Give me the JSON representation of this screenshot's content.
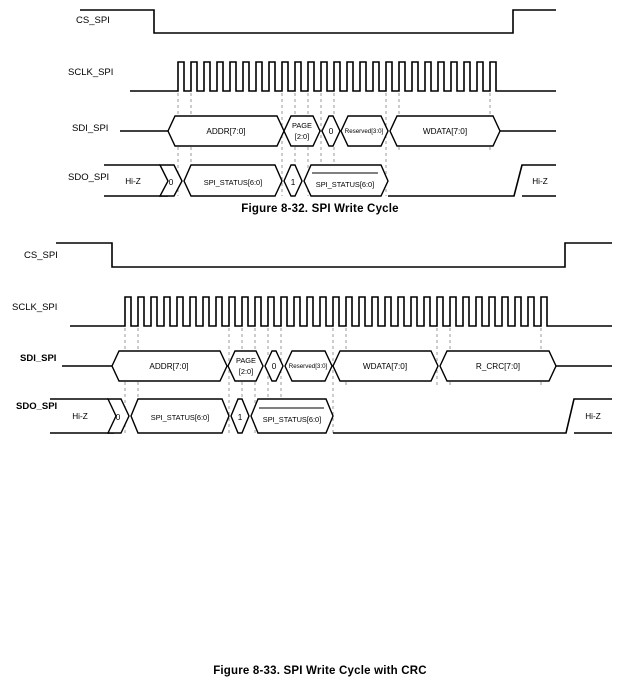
{
  "document": {
    "type": "datasheet-timing-diagrams",
    "figure_count": 2
  },
  "figures": [
    {
      "id": "fig-8-32",
      "caption": "Figure 8-32. SPI Write Cycle",
      "signals": [
        {
          "name": "CS_SPI",
          "type": "level",
          "bold": false,
          "description": "chip select, active low"
        },
        {
          "name": "SCLK_SPI",
          "type": "clock",
          "bold": false,
          "pulses": 24,
          "description": "serial clock"
        },
        {
          "name": "SDI_SPI",
          "type": "bus",
          "bold": false,
          "description": "serial data in"
        },
        {
          "name": "SDO_SPI",
          "type": "bus",
          "bold": false,
          "description": "serial data out"
        }
      ],
      "sdi_fields": [
        {
          "label": "ADDR[7:0]",
          "line2": "",
          "size": "normal",
          "overbar": false
        },
        {
          "label": "PAGE",
          "line2": "[2:0]",
          "size": "normal",
          "overbar": false
        },
        {
          "label": "0",
          "line2": "",
          "size": "normal",
          "overbar": false
        },
        {
          "label": "Reserved[3:0]",
          "line2": "",
          "size": "tiny",
          "overbar": false
        },
        {
          "label": "WDATA[7:0]",
          "line2": "",
          "size": "normal",
          "overbar": false
        }
      ],
      "sdo_fields": [
        {
          "label": "Hi-Z",
          "size": "normal",
          "overbar": false,
          "shape": "hiz-start"
        },
        {
          "label": "0",
          "size": "normal",
          "overbar": false,
          "shape": "bus"
        },
        {
          "label": "SPI_STATUS[6:0]",
          "size": "small",
          "overbar": false,
          "shape": "bus"
        },
        {
          "label": "1",
          "size": "normal",
          "overbar": false,
          "shape": "bus"
        },
        {
          "label": "SPI_STATUS[6:0]",
          "size": "small",
          "overbar": true,
          "shape": "bus"
        },
        {
          "label": "Hi-Z",
          "size": "normal",
          "overbar": false,
          "shape": "hiz-end"
        }
      ]
    },
    {
      "id": "fig-8-33",
      "caption": "Figure 8-33. SPI Write Cycle with CRC",
      "signals": [
        {
          "name": "CS_SPI",
          "type": "level",
          "bold": false,
          "description": "chip select, active low"
        },
        {
          "name": "SCLK_SPI",
          "type": "clock",
          "bold": false,
          "pulses": 32,
          "description": "serial clock"
        },
        {
          "name": "SDI_SPI",
          "type": "bus",
          "bold": true,
          "description": "serial data in"
        },
        {
          "name": "SDO_SPI",
          "type": "bus",
          "bold": true,
          "description": "serial data out"
        }
      ],
      "sdi_fields": [
        {
          "label": "ADDR[7:0]",
          "line2": "",
          "size": "normal",
          "overbar": false
        },
        {
          "label": "PAGE",
          "line2": "[2:0]",
          "size": "normal",
          "overbar": false
        },
        {
          "label": "0",
          "line2": "",
          "size": "normal",
          "overbar": false
        },
        {
          "label": "Reserved[3:0]",
          "line2": "",
          "size": "tiny",
          "overbar": false
        },
        {
          "label": "WDATA[7:0]",
          "line2": "",
          "size": "normal",
          "overbar": false
        },
        {
          "label": "R_CRC[7:0]",
          "line2": "",
          "size": "normal",
          "overbar": false
        }
      ],
      "sdo_fields": [
        {
          "label": "Hi-Z",
          "size": "normal",
          "overbar": false,
          "shape": "hiz-start"
        },
        {
          "label": "0",
          "size": "normal",
          "overbar": false,
          "shape": "bus"
        },
        {
          "label": "SPI_STATUS[6:0]",
          "size": "small",
          "overbar": false,
          "shape": "bus"
        },
        {
          "label": "1",
          "size": "normal",
          "overbar": false,
          "shape": "bus"
        },
        {
          "label": "SPI_STATUS[6:0]",
          "size": "small",
          "overbar": true,
          "shape": "bus"
        },
        {
          "label": "Hi-Z",
          "size": "normal",
          "overbar": false,
          "shape": "hiz-end"
        }
      ]
    }
  ],
  "colors": {
    "background": "#ffffff",
    "stroke": "#000000",
    "dashed_guide": "#9a9a9a",
    "text": "#000000"
  }
}
